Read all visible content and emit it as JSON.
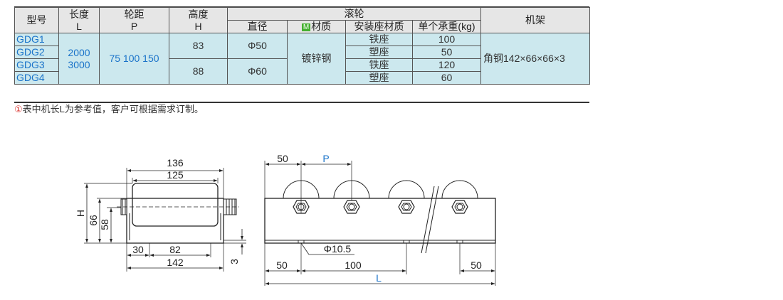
{
  "table": {
    "headers": {
      "model": "型号",
      "length": "长度",
      "length_sym": "L",
      "pitch": "轮距",
      "pitch_sym": "P",
      "height": "高度",
      "height_sym": "H",
      "roller": "滚轮",
      "diameter": "直径",
      "material_badge": "M",
      "material": "材质",
      "seat_material": "安装座材质",
      "load": "单个承重(kg)",
      "frame": "机架"
    },
    "models": [
      "GDG1",
      "GDG2",
      "GDG3",
      "GDG4"
    ],
    "length_values": [
      "2000",
      "3000"
    ],
    "pitch_values": "75 100 150",
    "heights": [
      "83",
      "88"
    ],
    "diameters": [
      "Φ50",
      "Φ60"
    ],
    "material": "镀锌钢",
    "seats": [
      "铁座",
      "塑座",
      "铁座",
      "塑座"
    ],
    "loads": [
      "100",
      "50",
      "120",
      "60"
    ],
    "frame": "角钢142×66×66×3"
  },
  "note": {
    "icon": "①",
    "text": "表中机长L为参考值，客户可根据需求订制。"
  },
  "drawing": {
    "side": {
      "dim_136": "136",
      "dim_125": "125",
      "dim_H": "H",
      "dim_66": "66",
      "dim_58": "58",
      "dim_30": "30",
      "dim_82": "82",
      "dim_142": "142",
      "dim_3": "3"
    },
    "front": {
      "dim_50_top": "50",
      "dim_P": "P",
      "dim_hole": "Φ10.5",
      "dim_50_left": "50",
      "dim_100": "100",
      "dim_50_right": "50",
      "dim_L": "L"
    }
  },
  "colors": {
    "cell": "#cce8ee",
    "header": "#e6e6e6",
    "accent": "#1a73c9",
    "badge": "#44b030"
  }
}
